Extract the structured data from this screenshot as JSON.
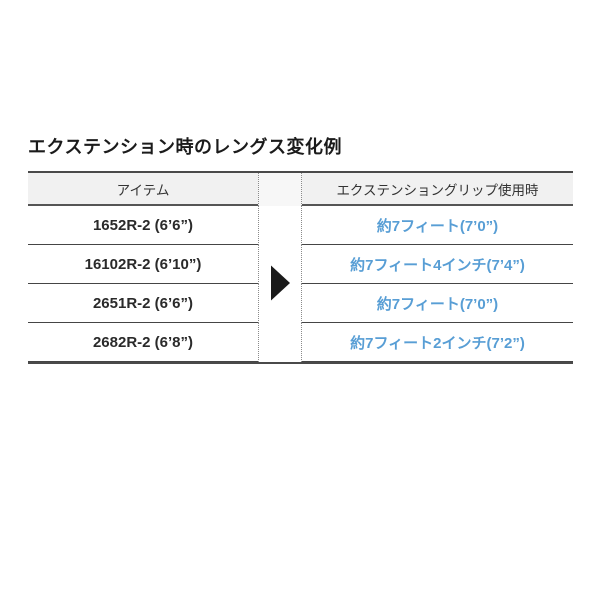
{
  "page": {
    "background": "#ffffff"
  },
  "title": "エクステンション時のレングス変化例",
  "table": {
    "colors": {
      "header_bg": "#f1f1f1",
      "gutter_header_bg": "#f7f7f7",
      "border_dark": "#4a4a4a",
      "dotted_separator": "#8a8a8a",
      "item_text": "#2a2a2a",
      "extended_text_blue": "#589ED5",
      "arrow_black": "#1a1a1a"
    },
    "columns": {
      "item": "アイテム",
      "extended": "エクステンショングリップ使用時"
    },
    "arrow_icon": "right-pointing-triangle",
    "rows": [
      {
        "item": "1652R-2 (6’6”)",
        "extended": "約7フィート(7’0”)"
      },
      {
        "item": "16102R-2 (6’10”)",
        "extended": "約7フィート4インチ(7’4”)"
      },
      {
        "item": "2651R-2 (6’6”)",
        "extended": "約7フィート(7’0”)"
      },
      {
        "item": "2682R-2 (6’8”)",
        "extended": "約7フィート2インチ(7’2”)"
      }
    ]
  }
}
